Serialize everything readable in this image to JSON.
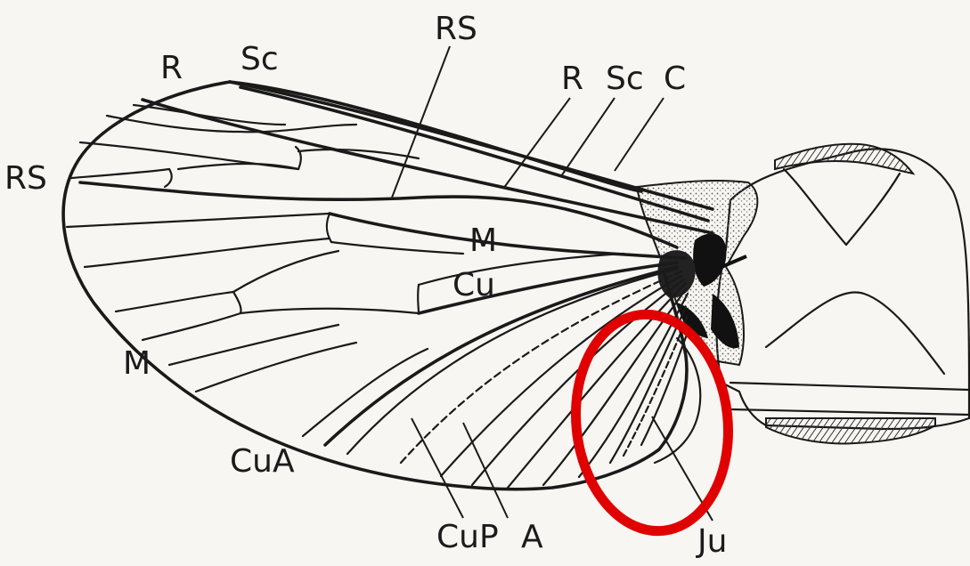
{
  "labels": {
    "rs_top": "RS",
    "r_left": "R",
    "sc_left": "Sc",
    "r_right": "R",
    "sc_right": "Sc",
    "c": "C",
    "rs_left": "RS",
    "m_center": "M",
    "cu": "Cu",
    "m_left": "M",
    "cua": "CuA",
    "cup": "CuP",
    "a": "A",
    "ju": "Ju"
  },
  "colors": {
    "paper": "#f7f6f2",
    "ink": "#1a1a1a",
    "highlight": "#e00000",
    "stipple": "#555555"
  },
  "highlight": {
    "shape": "ellipse",
    "target": "jugal-lobe"
  }
}
